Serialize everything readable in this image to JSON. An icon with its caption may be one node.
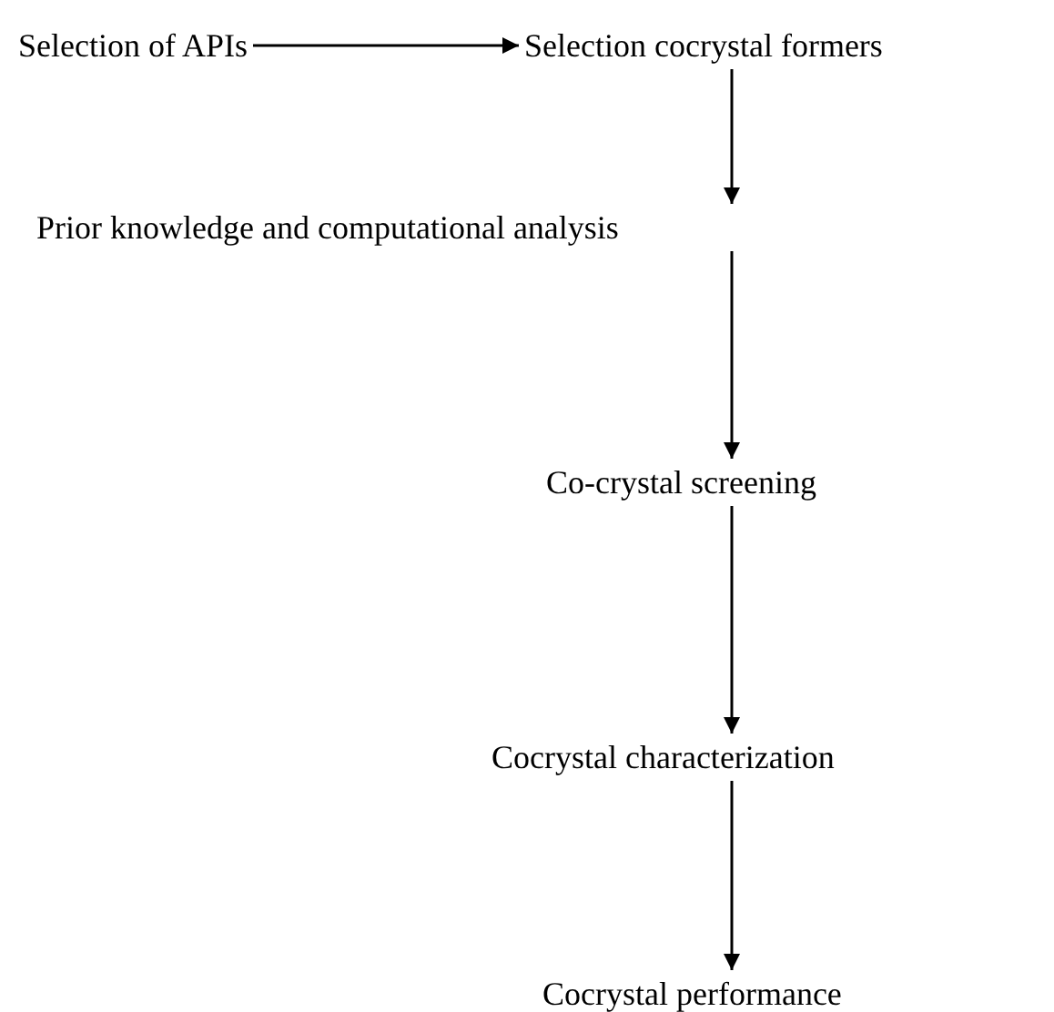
{
  "diagram": {
    "nodes": [
      {
        "text": [
          "Selection of APIs"
        ]
      },
      {
        "text": [
          "Selection cocrystal formers"
        ]
      },
      {
        "text": [
          "Prior knowledge and computational analysis"
        ]
      },
      {
        "text": [
          "Co-crystal screening"
        ]
      },
      {
        "text": [
          "Cocrystal characterization"
        ]
      },
      {
        "text": [
          "Cocrystal performance"
        ]
      }
    ],
    "edges": [
      {
        "from": 0,
        "to": 1,
        "arrow": "to"
      },
      {
        "from": 1,
        "to": 2,
        "arrow": "to"
      },
      {
        "from": 2,
        "to": 3,
        "arrow": "to"
      },
      {
        "from": 3,
        "to": 4,
        "arrow": "to"
      },
      {
        "from": 4,
        "to": 5,
        "arrow": "to"
      }
    ]
  }
}
